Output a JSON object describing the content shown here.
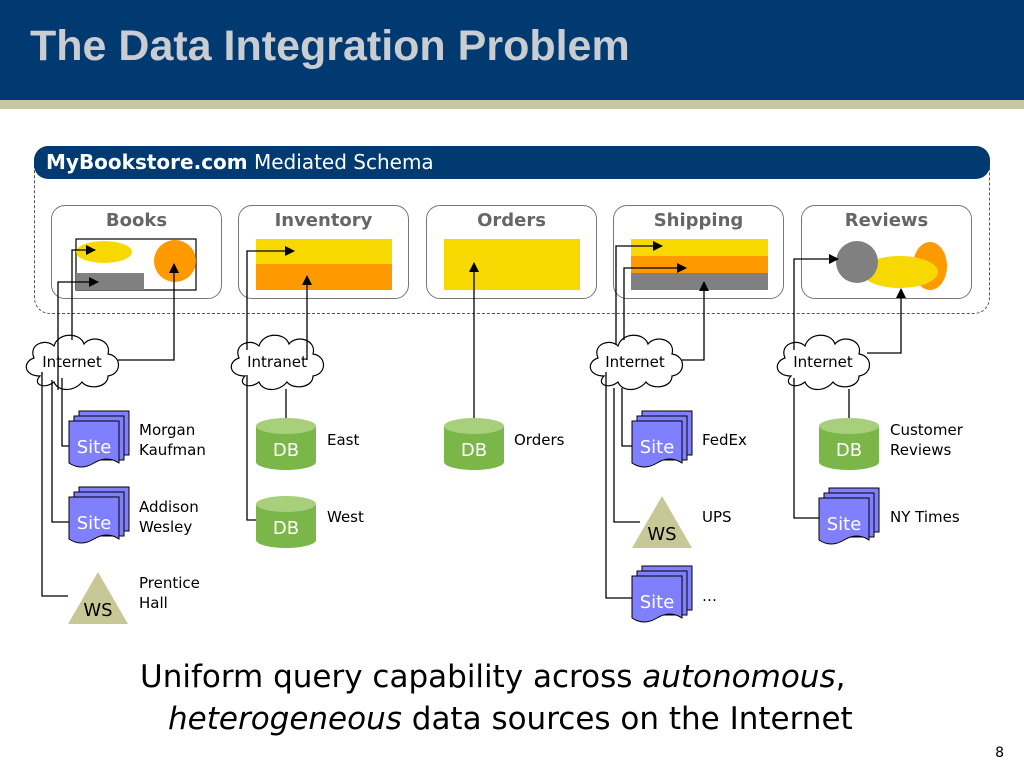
{
  "slide": {
    "title": "The Data Integration Problem",
    "page_number": "8"
  },
  "schema": {
    "site_name": "MyBookstore.com",
    "label": "Mediated Schema",
    "tables": [
      "Books",
      "Inventory",
      "Orders",
      "Shipping",
      "Reviews"
    ]
  },
  "networks": [
    "Internet",
    "Intranet",
    "Internet",
    "Internet"
  ],
  "sources": {
    "morgan_kaufman": {
      "type": "Site",
      "label_line1": "Morgan",
      "label_line2": "Kaufman"
    },
    "addison_wesley": {
      "type": "Site",
      "label_line1": "Addison",
      "label_line2": "Wesley"
    },
    "prentice_hall": {
      "type": "WS",
      "label_line1": "Prentice",
      "label_line2": "Hall"
    },
    "east": {
      "type": "DB",
      "label": "East"
    },
    "west": {
      "type": "DB",
      "label": "West"
    },
    "orders": {
      "type": "DB",
      "label": "Orders"
    },
    "fedex": {
      "type": "Site",
      "label": "FedEx"
    },
    "ups": {
      "type": "WS",
      "label": "UPS"
    },
    "more": {
      "type": "Site",
      "label": "…"
    },
    "customer_reviews": {
      "type": "DB",
      "label_line1": "Customer",
      "label_line2": "Reviews"
    },
    "ny_times": {
      "type": "Site",
      "label": "NY Times"
    }
  },
  "caption": {
    "line1_start": "Uniform query capability across ",
    "line1_italic": "autonomous",
    "line1_end": ",",
    "line2_italic": "heterogeneous",
    "line2_end": " data sources on the Internet"
  },
  "colors": {
    "title_bar": "#003a70",
    "yellow": "#f7d800",
    "orange": "#ff9900",
    "gray": "#808080",
    "site_blue": "#8080ff",
    "db_green": "#7ab648",
    "ws_khaki": "#c8c896"
  }
}
